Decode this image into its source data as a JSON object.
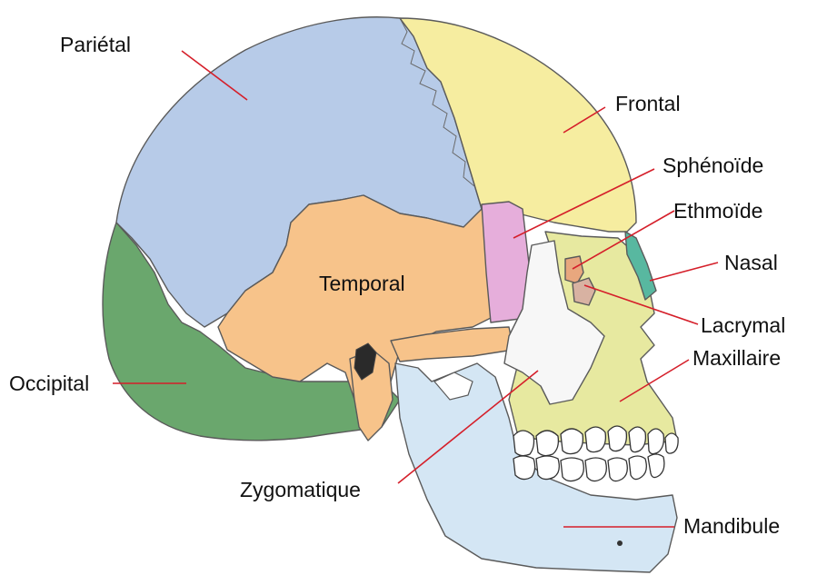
{
  "labels": {
    "parietal": "Pariétal",
    "frontal": "Frontal",
    "sphenoide": "Sphénoïde",
    "ethmoide": "Ethmoïde",
    "nasal": "Nasal",
    "lacrymal": "Lacrymal",
    "maxillaire": "Maxillaire",
    "temporal": "Temporal",
    "occipital": "Occipital",
    "zygomatique": "Zygomatique",
    "mandibule": "Mandibule"
  },
  "colors": {
    "parietal": "#b7cbe8",
    "frontal": "#f6eda0",
    "temporal": "#f7c38a",
    "occipital": "#6aa76d",
    "sphenoide": "#e6aedb",
    "ethmoide": "#e8a77e",
    "nasal": "#58b8a0",
    "lacrymal": "#d8b2a2",
    "maxillaire": "#e7e9a0",
    "zygomatique": "#f7f7f7",
    "mandibule": "#d4e6f4",
    "teeth": "#ffffff",
    "leader": "#d51f2a"
  }
}
